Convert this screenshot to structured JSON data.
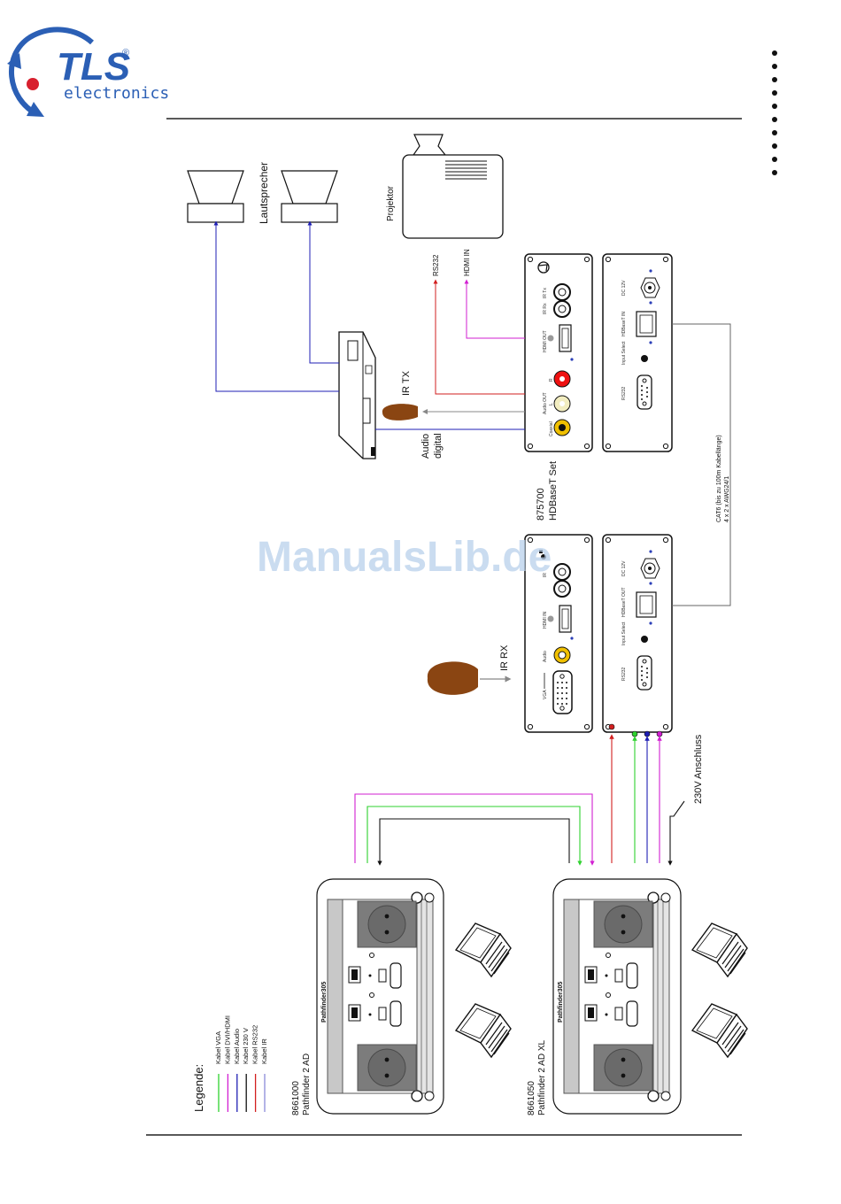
{
  "header": {
    "logo_text": "TLS",
    "logo_registered": "®",
    "logo_sub": "electronics"
  },
  "watermark": "ManualsLib.de",
  "labels": {
    "speakers": "Lautsprecher",
    "projector": "Projektor",
    "rs232": "RS232",
    "hdmi_in": "HDMI IN",
    "ir_tx": "IR TX",
    "audio_digital_1": "Audio",
    "audio_digital_2": "digital",
    "ir_rx": "IR RX",
    "product_1": "875700",
    "product_2": "HDBaseT Set",
    "cable_1": "CAT6 (bis zu 100m Kabellänge)",
    "cable_2": "4 x 2 x AWG24/1",
    "power": "230V Anschluss",
    "pf1_no": "8661000",
    "pf1_name": "Pathfinder 2 AD",
    "pf2_no": "8661050",
    "pf2_name": "Pathfinder 2 AD XL",
    "pf_model": "Pathfinder305"
  },
  "receiver": {
    "coaxial": "Coaxial",
    "l": "L",
    "r": "R",
    "audio_out": "Audio OUT",
    "hdmi_out": "HDMI OUT",
    "ir_rx": "IR Rx",
    "ir_tx": "IR Tx",
    "rs232": "RS232",
    "input_select": "Input Select",
    "hdbaset_in": "HDBaseT IN",
    "dc": "DC 12V"
  },
  "transmitter": {
    "vga": "VGA",
    "audio": "Audio",
    "hdmi_in": "HDMI IN",
    "ir": "IR",
    "rs232": "RS232",
    "input_select": "Input Select",
    "hdbaset_out": "HDBaseT OUT",
    "dc": "DC 12V"
  },
  "legend": {
    "title": "Legende:",
    "items": [
      {
        "label": "Kabel VGA",
        "color": "#2fd22f"
      },
      {
        "label": "Kabel DVI/HDMI",
        "color": "#d21fd2"
      },
      {
        "label": "Kabel Audio",
        "color": "#1f1fb4"
      },
      {
        "label": "Kabel 230 V",
        "color": "#111111"
      },
      {
        "label": "Kabel RS232",
        "color": "#d21f1f"
      },
      {
        "label": "Kabel IR",
        "color": "#8a8ad8"
      }
    ]
  },
  "colors": {
    "vga": "#2fd22f",
    "hdmi": "#d21fd2",
    "audio": "#1f1fb4",
    "power": "#111111",
    "rs232": "#d21f1f",
    "ir": "#8a8ad8",
    "brand": "#2b5fb5",
    "accent": "#d8202e"
  }
}
